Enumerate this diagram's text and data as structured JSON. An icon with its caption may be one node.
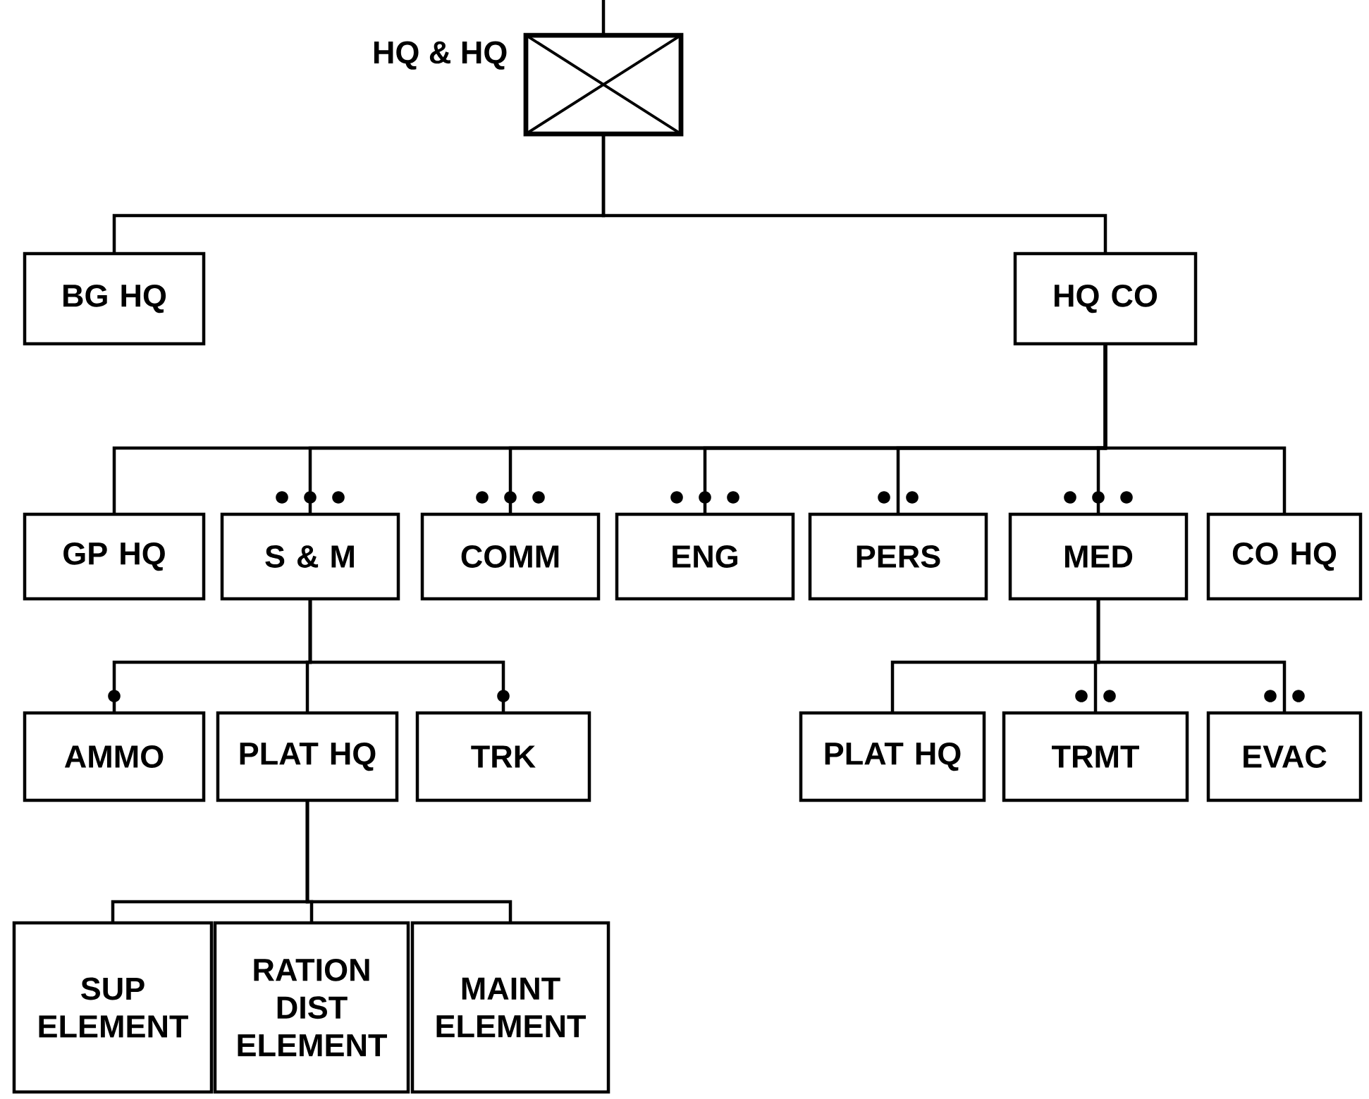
{
  "diagram": {
    "nodes": [
      {
        "text": [
          "HQ & HQ"
        ]
      },
      {
        "text": [
          "BG HQ"
        ]
      },
      {
        "text": [
          "HQ CO"
        ]
      },
      {
        "text": [
          "GP HQ"
        ]
      },
      {
        "text": [
          "S & M"
        ]
      },
      {
        "text": [
          "COMM"
        ]
      },
      {
        "text": [
          "ENG"
        ]
      },
      {
        "text": [
          "PERS"
        ]
      },
      {
        "text": [
          "MED"
        ]
      },
      {
        "text": [
          "CO HQ"
        ]
      },
      {
        "text": [
          "AMMO"
        ]
      },
      {
        "text": [
          "PLAT HQ"
        ]
      },
      {
        "text": [
          "TRK"
        ]
      },
      {
        "text": [
          "PLAT HQ"
        ]
      },
      {
        "text": [
          "TRMT"
        ]
      },
      {
        "text": [
          "EVAC"
        ]
      },
      {
        "text": [
          "SUP ELEMENT"
        ]
      },
      {
        "text": [
          "RATION DIST ELEMENT"
        ]
      },
      {
        "text": [
          "MAINT ELEMENT"
        ]
      }
    ],
    "edges": [
      {
        "from": null,
        "to": 0,
        "arrow": "none"
      },
      {
        "from": 0,
        "to": 1,
        "arrow": "none"
      },
      {
        "from": 0,
        "to": 2,
        "arrow": "none"
      },
      {
        "from": 2,
        "to": 3,
        "arrow": "none"
      },
      {
        "from": 2,
        "to": 4,
        "arrow": "none"
      },
      {
        "from": 2,
        "to": 5,
        "arrow": "none"
      },
      {
        "from": 2,
        "to": 6,
        "arrow": "none"
      },
      {
        "from": 2,
        "to": 7,
        "arrow": "none"
      },
      {
        "from": 2,
        "to": 8,
        "arrow": "none"
      },
      {
        "from": 2,
        "to": 9,
        "arrow": "none"
      },
      {
        "from": 4,
        "to": 10,
        "arrow": "none"
      },
      {
        "from": 4,
        "to": 11,
        "arrow": "none"
      },
      {
        "from": 4,
        "to": 12,
        "arrow": "none"
      },
      {
        "from": 8,
        "to": 13,
        "arrow": "none"
      },
      {
        "from": 8,
        "to": 14,
        "arrow": "none"
      },
      {
        "from": 8,
        "to": 15,
        "arrow": "none"
      },
      {
        "from": 11,
        "to": 16,
        "arrow": "none"
      },
      {
        "from": 11,
        "to": 17,
        "arrow": "none"
      },
      {
        "from": 11,
        "to": 18,
        "arrow": "none"
      }
    ]
  }
}
